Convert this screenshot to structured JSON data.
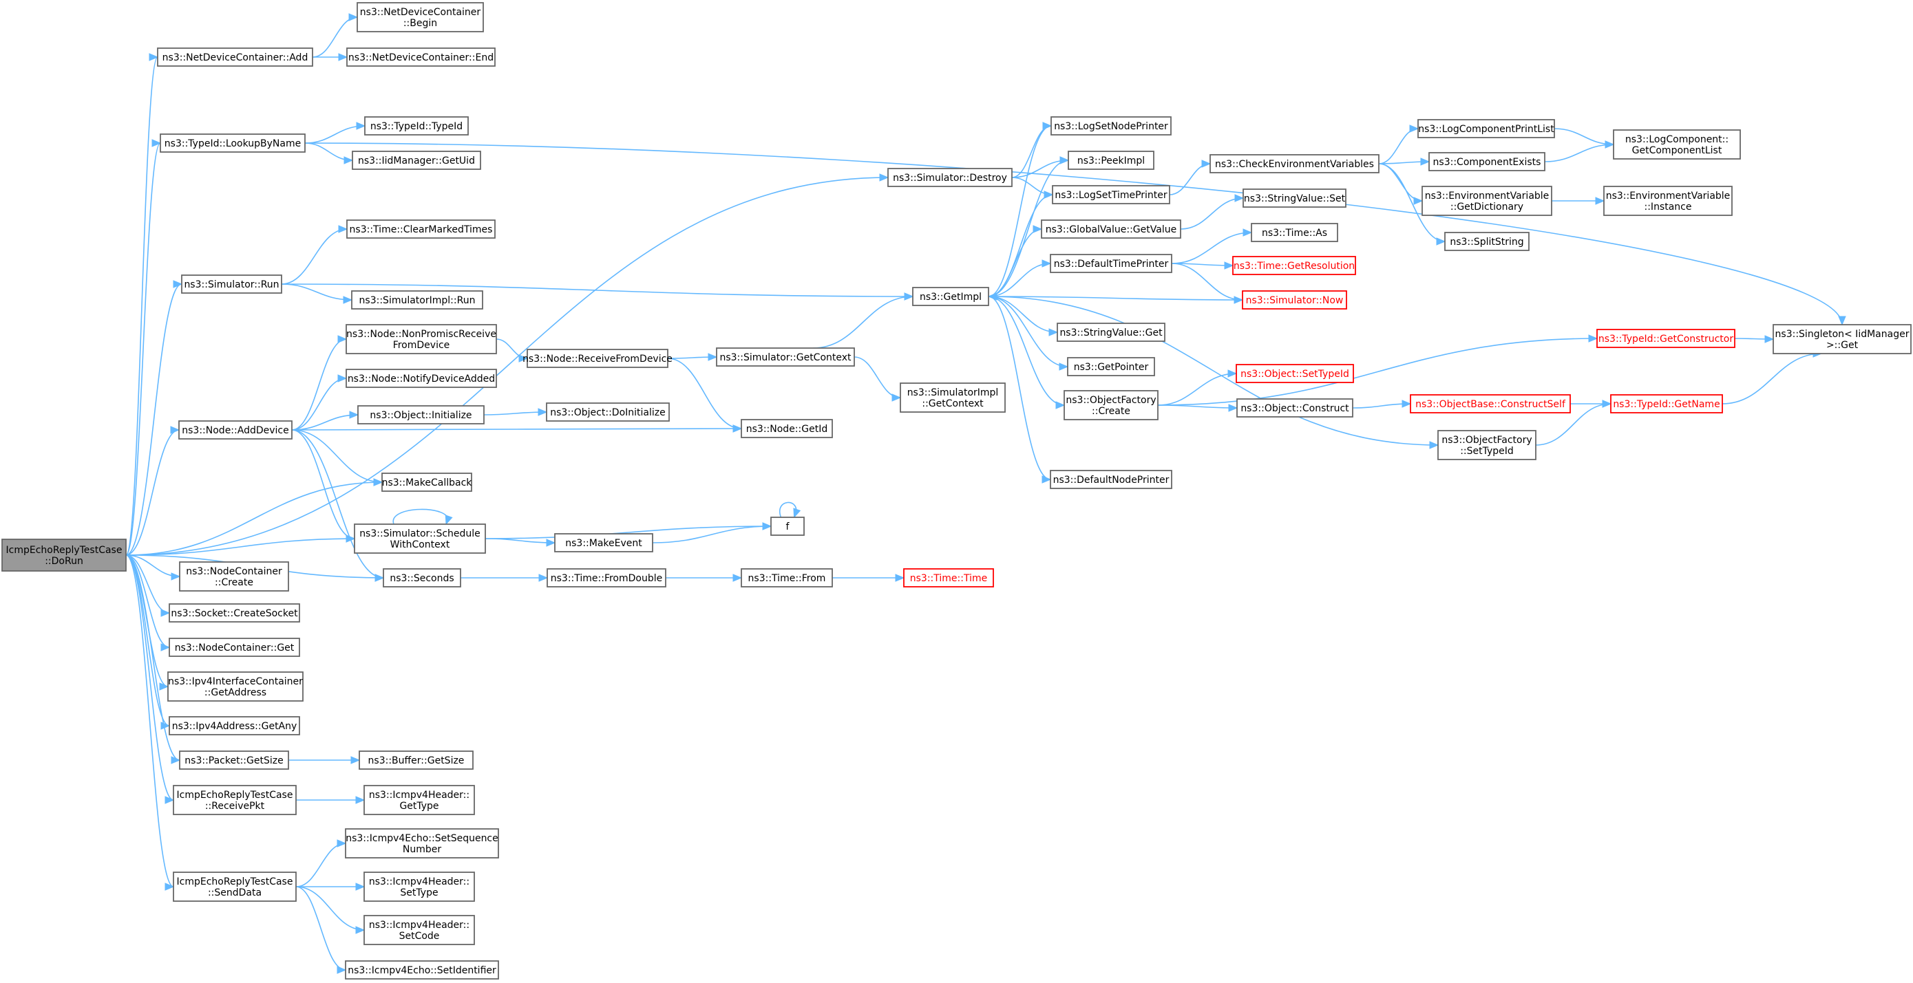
{
  "colors": {
    "edge": "#63b8ff",
    "node_border": "#666666",
    "root_fill": "#999999",
    "truncated": "#ff0000"
  },
  "nodes": {
    "root": {
      "lines": [
        "IcmpEchoReplyTestCase",
        "::DoRun"
      ],
      "style": "root"
    },
    "ndc_add": {
      "lines": [
        "ns3::NetDeviceContainer::Add"
      ]
    },
    "ndc_begin": {
      "lines": [
        "ns3::NetDeviceContainer",
        "::Begin"
      ]
    },
    "ndc_end": {
      "lines": [
        "ns3::NetDeviceContainer::End"
      ]
    },
    "typeid_lookup": {
      "lines": [
        "ns3::TypeId::LookupByName"
      ]
    },
    "typeid_typeid": {
      "lines": [
        "ns3::TypeId::TypeId"
      ]
    },
    "iid_getuid": {
      "lines": [
        "ns3::IidManager::GetUid"
      ]
    },
    "sim_destroy": {
      "lines": [
        "ns3::Simulator::Destroy"
      ]
    },
    "time_clear": {
      "lines": [
        "ns3::Time::ClearMarkedTimes"
      ]
    },
    "sim_run": {
      "lines": [
        "ns3::Simulator::Run"
      ]
    },
    "simimpl_run": {
      "lines": [
        "ns3::SimulatorImpl::Run"
      ]
    },
    "getimpl": {
      "lines": [
        "ns3::GetImpl"
      ]
    },
    "log_setnode": {
      "lines": [
        "ns3::LogSetNodePrinter"
      ]
    },
    "peekimpl": {
      "lines": [
        "ns3::PeekImpl"
      ]
    },
    "log_settime": {
      "lines": [
        "ns3::LogSetTimePrinter"
      ]
    },
    "gv_getvalue": {
      "lines": [
        "ns3::GlobalValue::GetValue"
      ]
    },
    "def_time_printer": {
      "lines": [
        "ns3::DefaultTimePrinter"
      ]
    },
    "sv_get": {
      "lines": [
        "ns3::StringValue::Get"
      ]
    },
    "getpointer": {
      "lines": [
        "ns3::GetPointer"
      ]
    },
    "of_create": {
      "lines": [
        "ns3::ObjectFactory",
        "::Create"
      ]
    },
    "def_node_printer": {
      "lines": [
        "ns3::DefaultNodePrinter"
      ]
    },
    "check_env": {
      "lines": [
        "ns3::CheckEnvironmentVariables"
      ]
    },
    "sv_set": {
      "lines": [
        "ns3::StringValue::Set"
      ]
    },
    "time_as": {
      "lines": [
        "ns3::Time::As"
      ]
    },
    "time_getres": {
      "lines": [
        "ns3::Time::GetResolution"
      ],
      "style": "trunc"
    },
    "sim_now": {
      "lines": [
        "ns3::Simulator::Now"
      ],
      "style": "trunc"
    },
    "lc_printlist": {
      "lines": [
        "ns3::LogComponentPrintList"
      ]
    },
    "comp_exists": {
      "lines": [
        "ns3::ComponentExists"
      ]
    },
    "lc_getlist": {
      "lines": [
        "ns3::LogComponent::",
        "GetComponentList"
      ]
    },
    "ev_getdict": {
      "lines": [
        "ns3::EnvironmentVariable",
        "::GetDictionary"
      ]
    },
    "ev_instance": {
      "lines": [
        "ns3::EnvironmentVariable",
        "::Instance"
      ]
    },
    "splitstring": {
      "lines": [
        "ns3::SplitString"
      ]
    },
    "typeid_getctor": {
      "lines": [
        "ns3::TypeId::GetConstructor"
      ],
      "style": "trunc"
    },
    "singleton_get": {
      "lines": [
        "ns3::Singleton< IidManager",
        " >::Get"
      ]
    },
    "obj_settypeid": {
      "lines": [
        "ns3::Object::SetTypeId"
      ],
      "style": "trunc"
    },
    "obj_construct": {
      "lines": [
        "ns3::Object::Construct"
      ]
    },
    "objbase_cself": {
      "lines": [
        "ns3::ObjectBase::ConstructSelf"
      ],
      "style": "trunc"
    },
    "typeid_getname": {
      "lines": [
        "ns3::TypeId::GetName"
      ],
      "style": "trunc"
    },
    "of_settypeid": {
      "lines": [
        "ns3::ObjectFactory",
        "::SetTypeId"
      ]
    },
    "node_nonpromisc": {
      "lines": [
        "ns3::Node::NonPromiscReceive",
        "FromDevice"
      ]
    },
    "node_recvfromdev": {
      "lines": [
        "ns3::Node::ReceiveFromDevice"
      ]
    },
    "sim_getcontext": {
      "lines": [
        "ns3::Simulator::GetContext"
      ]
    },
    "simimpl_getcontext": {
      "lines": [
        "ns3::SimulatorImpl",
        "::GetContext"
      ]
    },
    "node_notify": {
      "lines": [
        "ns3::Node::NotifyDeviceAdded"
      ]
    },
    "obj_initialize": {
      "lines": [
        "ns3::Object::Initialize"
      ]
    },
    "obj_doinit": {
      "lines": [
        "ns3::Object::DoInitialize"
      ]
    },
    "node_adddevice": {
      "lines": [
        "ns3::Node::AddDevice"
      ]
    },
    "node_getid": {
      "lines": [
        "ns3::Node::GetId"
      ]
    },
    "makecallback": {
      "lines": [
        "ns3::MakeCallback"
      ]
    },
    "sim_schedctx": {
      "lines": [
        "ns3::Simulator::Schedule",
        "WithContext"
      ]
    },
    "makeevent": {
      "lines": [
        "ns3::MakeEvent"
      ]
    },
    "f": {
      "lines": [
        "f"
      ]
    },
    "seconds": {
      "lines": [
        "ns3::Seconds"
      ]
    },
    "time_fromdouble": {
      "lines": [
        "ns3::Time::FromDouble"
      ]
    },
    "time_from": {
      "lines": [
        "ns3::Time::From"
      ]
    },
    "time_time": {
      "lines": [
        "ns3::Time::Time"
      ],
      "style": "trunc"
    },
    "nc_create": {
      "lines": [
        "ns3::NodeContainer",
        "::Create"
      ]
    },
    "socket_create": {
      "lines": [
        "ns3::Socket::CreateSocket"
      ]
    },
    "nc_get": {
      "lines": [
        "ns3::NodeContainer::Get"
      ]
    },
    "ipv4ic_getaddr": {
      "lines": [
        "ns3::Ipv4InterfaceContainer",
        "::GetAddress"
      ]
    },
    "ipv4addr_getany": {
      "lines": [
        "ns3::Ipv4Address::GetAny"
      ]
    },
    "packet_getsize": {
      "lines": [
        "ns3::Packet::GetSize"
      ]
    },
    "buffer_getsize": {
      "lines": [
        "ns3::Buffer::GetSize"
      ]
    },
    "recvpkt": {
      "lines": [
        "IcmpEchoReplyTestCase",
        "::ReceivePkt"
      ]
    },
    "icmph_gettype": {
      "lines": [
        "ns3::Icmpv4Header::",
        "GetType"
      ]
    },
    "senddata": {
      "lines": [
        "IcmpEchoReplyTestCase",
        "::SendData"
      ]
    },
    "echo_setseq": {
      "lines": [
        "ns3::Icmpv4Echo::SetSequence",
        "Number"
      ]
    },
    "icmph_settype": {
      "lines": [
        "ns3::Icmpv4Header::",
        "SetType"
      ]
    },
    "icmph_setcode": {
      "lines": [
        "ns3::Icmpv4Header::",
        "SetCode"
      ]
    },
    "echo_setid": {
      "lines": [
        "ns3::Icmpv4Echo::SetIdentifier"
      ]
    }
  },
  "edges": [
    [
      "root",
      "ndc_add"
    ],
    [
      "root",
      "typeid_lookup"
    ],
    [
      "root",
      "sim_destroy"
    ],
    [
      "root",
      "sim_run"
    ],
    [
      "root",
      "node_adddevice"
    ],
    [
      "root",
      "makecallback"
    ],
    [
      "root",
      "sim_schedctx"
    ],
    [
      "root",
      "seconds"
    ],
    [
      "root",
      "nc_create"
    ],
    [
      "root",
      "socket_create"
    ],
    [
      "root",
      "nc_get"
    ],
    [
      "root",
      "ipv4ic_getaddr"
    ],
    [
      "root",
      "ipv4addr_getany"
    ],
    [
      "root",
      "packet_getsize"
    ],
    [
      "root",
      "recvpkt"
    ],
    [
      "root",
      "senddata"
    ],
    [
      "ndc_add",
      "ndc_begin"
    ],
    [
      "ndc_add",
      "ndc_end"
    ],
    [
      "typeid_lookup",
      "typeid_typeid"
    ],
    [
      "typeid_lookup",
      "iid_getuid"
    ],
    [
      "typeid_lookup",
      "singleton_get"
    ],
    [
      "sim_destroy",
      "log_setnode"
    ],
    [
      "sim_destroy",
      "peekimpl"
    ],
    [
      "sim_destroy",
      "log_settime"
    ],
    [
      "sim_run",
      "time_clear"
    ],
    [
      "sim_run",
      "simimpl_run"
    ],
    [
      "sim_run",
      "getimpl"
    ],
    [
      "getimpl",
      "log_setnode"
    ],
    [
      "getimpl",
      "peekimpl"
    ],
    [
      "getimpl",
      "log_settime"
    ],
    [
      "getimpl",
      "gv_getvalue"
    ],
    [
      "getimpl",
      "def_time_printer"
    ],
    [
      "getimpl",
      "sv_get"
    ],
    [
      "getimpl",
      "getpointer"
    ],
    [
      "getimpl",
      "of_create"
    ],
    [
      "getimpl",
      "def_node_printer"
    ],
    [
      "getimpl",
      "of_settypeid"
    ],
    [
      "log_settime",
      "check_env"
    ],
    [
      "check_env",
      "lc_printlist"
    ],
    [
      "check_env",
      "comp_exists"
    ],
    [
      "check_env",
      "ev_getdict"
    ],
    [
      "check_env",
      "splitstring"
    ],
    [
      "lc_printlist",
      "lc_getlist"
    ],
    [
      "comp_exists",
      "lc_getlist"
    ],
    [
      "ev_getdict",
      "ev_instance"
    ],
    [
      "gv_getvalue",
      "sv_set"
    ],
    [
      "def_time_printer",
      "time_as"
    ],
    [
      "def_time_printer",
      "time_getres"
    ],
    [
      "def_time_printer",
      "sim_now"
    ],
    [
      "sim_now",
      "getimpl"
    ],
    [
      "of_create",
      "typeid_getctor"
    ],
    [
      "of_create",
      "obj_settypeid"
    ],
    [
      "of_create",
      "obj_construct"
    ],
    [
      "typeid_getctor",
      "singleton_get"
    ],
    [
      "obj_construct",
      "objbase_cself"
    ],
    [
      "objbase_cself",
      "typeid_getname"
    ],
    [
      "typeid_getname",
      "singleton_get"
    ],
    [
      "of_settypeid",
      "typeid_getname"
    ],
    [
      "node_adddevice",
      "node_nonpromisc"
    ],
    [
      "node_adddevice",
      "node_notify"
    ],
    [
      "node_adddevice",
      "obj_initialize"
    ],
    [
      "node_adddevice",
      "node_getid"
    ],
    [
      "node_adddevice",
      "makecallback"
    ],
    [
      "node_adddevice",
      "sim_schedctx"
    ],
    [
      "node_adddevice",
      "seconds"
    ],
    [
      "node_nonpromisc",
      "node_recvfromdev"
    ],
    [
      "node_recvfromdev",
      "sim_getcontext"
    ],
    [
      "node_recvfromdev",
      "node_getid"
    ],
    [
      "sim_getcontext",
      "getimpl"
    ],
    [
      "sim_getcontext",
      "simimpl_getcontext"
    ],
    [
      "obj_initialize",
      "obj_doinit"
    ],
    [
      "sim_schedctx",
      "sim_schedctx"
    ],
    [
      "sim_schedctx",
      "makeevent"
    ],
    [
      "sim_schedctx",
      "f"
    ],
    [
      "makeevent",
      "f"
    ],
    [
      "f",
      "f"
    ],
    [
      "seconds",
      "time_fromdouble"
    ],
    [
      "time_fromdouble",
      "time_from"
    ],
    [
      "time_from",
      "time_time"
    ],
    [
      "packet_getsize",
      "buffer_getsize"
    ],
    [
      "recvpkt",
      "icmph_gettype"
    ],
    [
      "senddata",
      "echo_setseq"
    ],
    [
      "senddata",
      "icmph_settype"
    ],
    [
      "senddata",
      "icmph_setcode"
    ],
    [
      "senddata",
      "echo_setid"
    ]
  ]
}
